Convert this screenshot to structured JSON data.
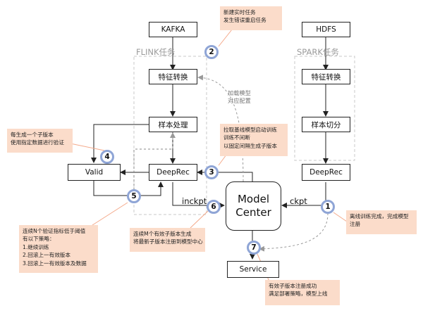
{
  "nodes": {
    "kafka": "KAFKA",
    "hdfs": "HDFS",
    "flink_feature": "特征转换",
    "spark_feature": "特征转换",
    "sample_process": "样本处理",
    "sample_split": "样本切分",
    "valid": "Valid",
    "deeprec_left": "DeepRec",
    "deeprec_right": "DeepRec",
    "model_center_line1": "Model",
    "model_center_line2": "Center",
    "service": "Service"
  },
  "groups": {
    "flink": "FLINK任务",
    "spark": "SPARK任务"
  },
  "edge_labels": {
    "inckpt": "inckpt",
    "ckpt": "ckpt",
    "load_model_line1": "加载模型",
    "load_model_line2": "对应配置"
  },
  "badges": [
    "1",
    "2",
    "3",
    "4",
    "5",
    "6",
    "7"
  ],
  "notes": {
    "n2": [
      "新建实时任务",
      "发生错误重启任务"
    ],
    "n3": [
      "拉取基线模型启动训练",
      "训练不间断",
      "以固定间隔生成子版本"
    ],
    "n4": [
      "每生成一个子版本",
      "使用指定数据进行验证"
    ],
    "n5": [
      "连续N个验证指标低于阈值",
      "有以下策略：",
      "1.继续训练",
      "2.回滚上一有效版本",
      "3.回滚上一有效版本及数据"
    ],
    "n6": [
      "连续M个有效子版本生成",
      "将最新子版本注册到模型中心"
    ],
    "n1": [
      "离线训练完成，完成模型",
      "注册"
    ],
    "n7": [
      "有效子版本注册成功",
      "满足部署策略，模型上线"
    ]
  },
  "colors": {
    "note_bg": "#fbdcca",
    "badge_ring": "#8fa5d6",
    "dashed_group": "#c8c8c8",
    "callout_line": "#f4a98a"
  }
}
